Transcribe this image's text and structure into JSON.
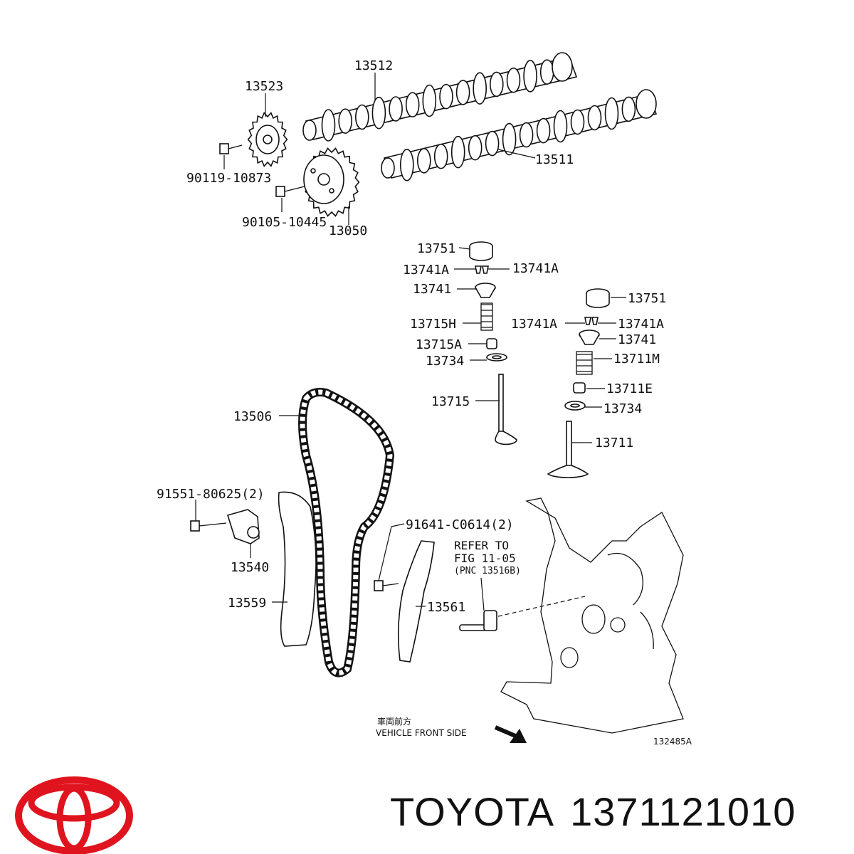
{
  "diagram": {
    "callouts": {
      "p13512": "13512",
      "p13523": "13523",
      "p13511": "13511",
      "p90119": "90119-10873",
      "p90105": "90105-10445",
      "p13050": "13050",
      "p13751a": "13751",
      "p13741Aa": "13741A",
      "p13741Ab": "13741A",
      "p13741a": "13741",
      "p13715H": "13715H",
      "p13715A": "13715A",
      "p13734a": "13734",
      "p13715": "13715",
      "p13751b": "13751",
      "p13741Ac": "13741A",
      "p13741Ad": "13741A",
      "p13741b": "13741",
      "p13711M": "13711M",
      "p13711E": "13711E",
      "p13734b": "13734",
      "p13711": "13711",
      "p13506": "13506",
      "p91551": "91551-80625(2)",
      "p13540": "13540",
      "p13559": "13559",
      "p91641": "91641-C0614(2)",
      "p13561": "13561"
    },
    "refer": {
      "line1": "REFER TO",
      "line2": "FIG 11-05",
      "line3": "(PNC 13516B)"
    },
    "vehicle_front_jp": "車両前方",
    "vehicle_front_en": "VEHICLE FRONT SIDE",
    "figure_id": "132485A"
  },
  "footer": {
    "brand": "TOYOTA",
    "part_number": "1371121010",
    "logo_color": "#e0141e"
  }
}
